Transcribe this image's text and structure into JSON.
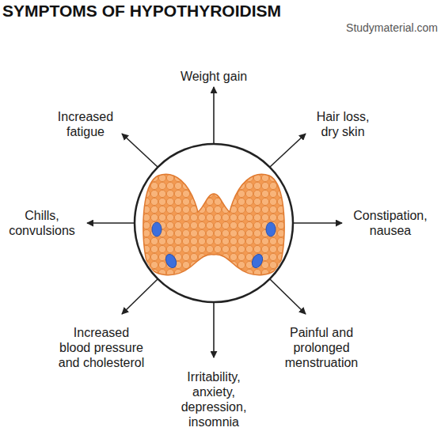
{
  "diagram": {
    "title": "SYMPTOMS OF HYPOTHYROIDISM",
    "labels": [
      "Weight gain",
      "Hair loss, dry skin",
      "Constipation, nausea",
      "Painful and prolonged menstruation",
      "Irritability, anxiety, depression, insomnia",
      "Increased blood pressure and cholesterol",
      "Chills, convulsions",
      "Increased fatigue",
      "Studymaterial.com"
    ]
  }
}
